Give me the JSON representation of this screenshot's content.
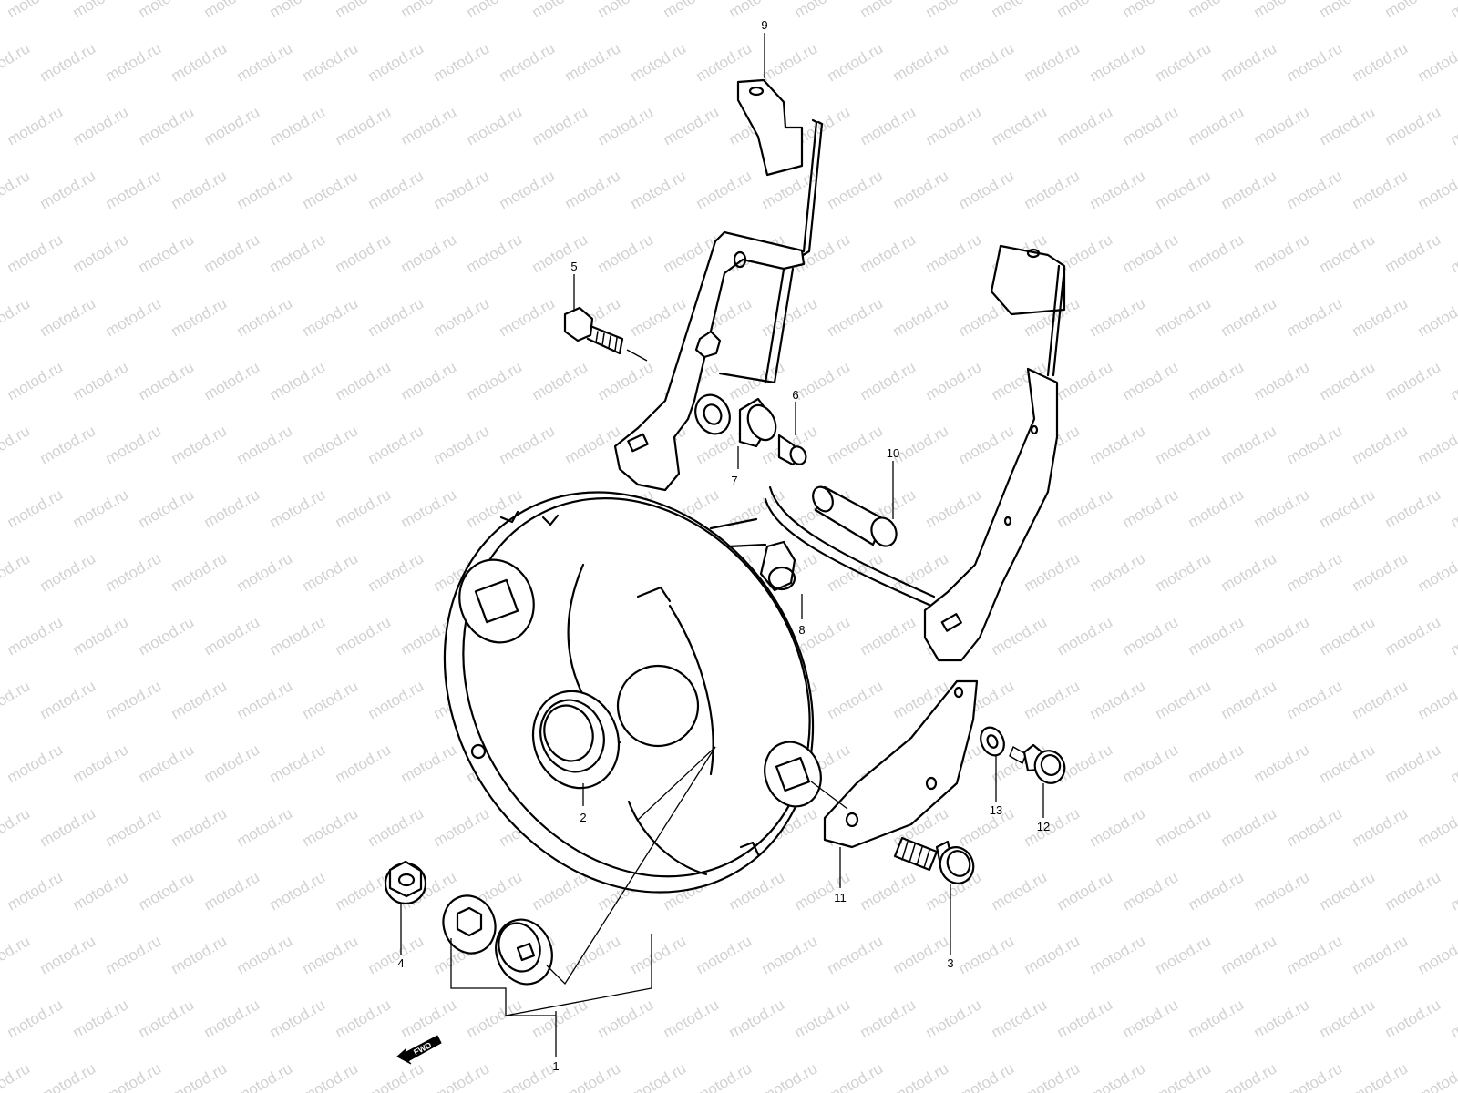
{
  "watermark": {
    "text": "motod.ru"
  },
  "direction_marker": {
    "label": "FWD"
  },
  "parts": [
    {
      "id": "1",
      "label": "1"
    },
    {
      "id": "2",
      "label": "2"
    },
    {
      "id": "3",
      "label": "3"
    },
    {
      "id": "4",
      "label": "4"
    },
    {
      "id": "5",
      "label": "5"
    },
    {
      "id": "6",
      "label": "6"
    },
    {
      "id": "7",
      "label": "7"
    },
    {
      "id": "8",
      "label": "8"
    },
    {
      "id": "9",
      "label": "9"
    },
    {
      "id": "10",
      "label": "10"
    },
    {
      "id": "11",
      "label": "11"
    },
    {
      "id": "12",
      "label": "12"
    },
    {
      "id": "13",
      "label": "13"
    }
  ]
}
